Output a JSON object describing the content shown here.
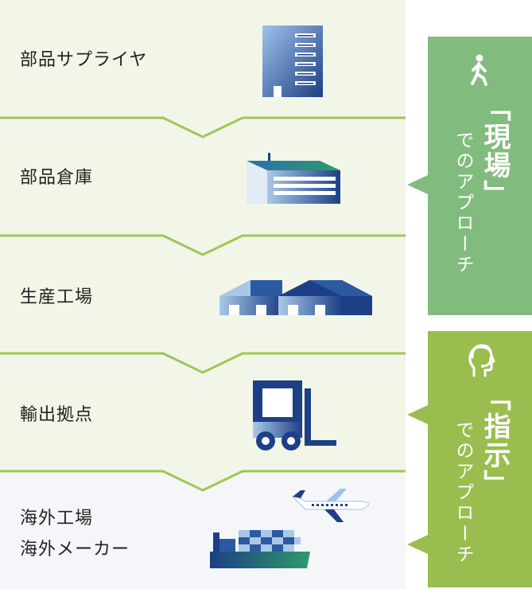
{
  "stages": [
    {
      "label": "部品サプライヤ",
      "icon": "office-building-icon"
    },
    {
      "label": "部品倉庫",
      "icon": "warehouse-icon"
    },
    {
      "label": "生産工場",
      "icon": "factory-icon"
    },
    {
      "label": "輸出拠点",
      "icon": "forklift-icon"
    },
    {
      "label": "海外工場",
      "label2": "海外メーカー",
      "icon": "ship-and-airplane-icon"
    }
  ],
  "callouts": [
    {
      "title": "「現場」",
      "subtitle": "でのアプローチ",
      "icon": "walking-person-icon",
      "color": "#82bb7e"
    },
    {
      "title": "「指示」",
      "subtitle": "でのアプローチ",
      "icon": "headset-operator-icon",
      "color": "#9abd4f"
    }
  ],
  "colors": {
    "stage_bg": "#f1f6e8",
    "last_stage_bg": "#f4f6f9",
    "separator": "#9fc752",
    "icon_dark": "#1d3f85",
    "icon_light": "#a9c8e8"
  }
}
